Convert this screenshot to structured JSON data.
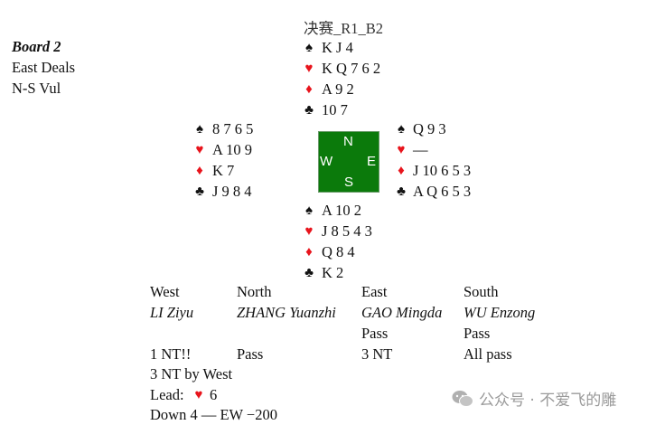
{
  "board": {
    "title": "Board 2",
    "dealer": "East Deals",
    "vul": "N-S Vul"
  },
  "event": "决赛_R1_B2",
  "suits": {
    "spade": "♠",
    "heart": "♥",
    "diamond": "♦",
    "club": "♣"
  },
  "colors": {
    "red": "#e8141c",
    "table_green": "#0b7a0b"
  },
  "hands": {
    "north": {
      "spades": "K J 4",
      "hearts": "K Q 7 6 2",
      "diamonds": "A 9 2",
      "clubs": "10 7"
    },
    "west": {
      "spades": "8 7 6 5",
      "hearts": "A 10 9",
      "diamonds": "K 7",
      "clubs": "J 9 8 4"
    },
    "east": {
      "spades": "Q 9 3",
      "hearts": "—",
      "diamonds": "J 10 6 5 3",
      "clubs": "A Q 6 5 3"
    },
    "south": {
      "spades": "A 10 2",
      "hearts": "J 8 5 4 3",
      "diamonds": "Q 8 4",
      "clubs": "K 2"
    }
  },
  "compass": {
    "n": "N",
    "s": "S",
    "e": "E",
    "w": "W"
  },
  "auction": {
    "headers": [
      "West",
      "North",
      "East",
      "South"
    ],
    "players": [
      "LI Ziyu",
      "ZHANG Yuanzhi",
      "GAO Mingda",
      "WU Enzong"
    ],
    "rows": [
      [
        "",
        "",
        "Pass",
        "Pass"
      ],
      [
        "1 NT!!",
        "Pass",
        "3 NT",
        "All pass"
      ]
    ]
  },
  "result": {
    "contract": "3 NT by West",
    "lead_label": "Lead:",
    "lead_card": "6",
    "outcome": "Down 4 — EW −200"
  },
  "watermark": "公众号 · 不爱飞的雕"
}
